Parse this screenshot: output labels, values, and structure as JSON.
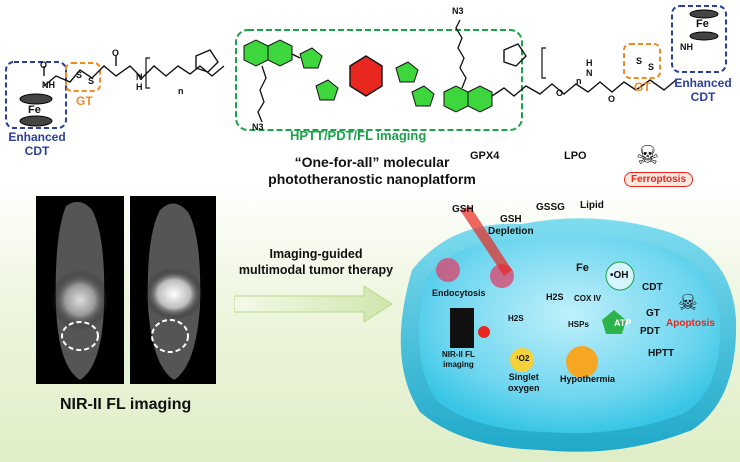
{
  "molecule": {
    "left_ferrocene_label": "Fe",
    "right_ferrocene_label": "Fe",
    "left_enhanced_cdt": "Enhanced\nCDT",
    "right_enhanced_cdt": "Enhanced\nCDT",
    "left_gt": "GT",
    "right_gt": "GT",
    "left_nh": "NH",
    "right_nh": "NH",
    "left_n_sub": "n",
    "right_n_sub": "n",
    "core_label": "HPTT/PDT/FL imaging",
    "n3_top": "N3",
    "n3_bottom": "N3",
    "s_atoms": [
      "S",
      "S",
      "S",
      "S"
    ],
    "o_atoms": [
      "O",
      "O",
      "O",
      "O"
    ],
    "n_atoms": [
      "N",
      "N"
    ],
    "h_atoms": [
      "H",
      "H"
    ]
  },
  "headline": {
    "line1": "“One-for-all” molecular",
    "line2": "phototheranostic nanoplatform"
  },
  "imaging": {
    "caption": "NIR-II FL imaging"
  },
  "arrow_label": {
    "line1": "Imaging-guided",
    "line2": "multimodal tumor therapy"
  },
  "pathway": {
    "gpx4": "GPX4",
    "lpo": "LPO",
    "gsh": "GSH",
    "gssg": "GSSG",
    "gsh_depletion_1": "GSH",
    "gsh_depletion_2": "Depletion",
    "lipid": "Lipid",
    "ferroptosis": "Ferroptosis",
    "fe": "Fe",
    "oh": "•OH",
    "cdt": "CDT",
    "gt": "GT",
    "pdt": "PDT",
    "hptt": "HPTT",
    "apoptosis": "Apoptosis",
    "endocytosis": "Endocytosis",
    "h2s_1": "H2S",
    "h2s_2": "H2S",
    "cox4": "COX IV",
    "hsps": "HSPs",
    "atp": "ATP",
    "nir_fl_1": "NIR-II FL",
    "nir_fl_2": "imaging",
    "singlet_1": "Singlet",
    "singlet_2": "oxygen",
    "o2": "¹O2",
    "hypothermia": "Hypothermia"
  },
  "colors": {
    "blue_box": "#2a3f9c",
    "orange_box": "#f28a22",
    "green_box": "#1aa34a",
    "ferroptosis_red": "#e8281e",
    "cell_cyan": "#39c6e6",
    "apoptosis_red": "#e8281e"
  }
}
